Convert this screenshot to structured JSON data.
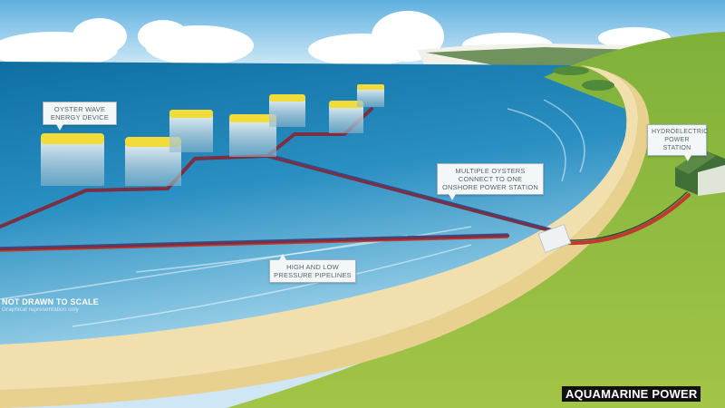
{
  "labels": {
    "oyster_device": "Oyster wave energy device",
    "multiple_oysters": "Multiple oysters connect to one onshore power station",
    "pipelines": "High and low pressure pipelines",
    "hydro_station": "Hydroelectric power station"
  },
  "note": {
    "title": "NOT DRAWN TO SCALE",
    "subtitle": "Graphical representation only"
  },
  "logo": "AQUAMARINE POWER",
  "colors": {
    "sea": "#1c7fb0",
    "land": "#8cb83f",
    "sand": "#f3e1b0",
    "device_top": "#f2dc3a",
    "pipe_high": "#c0392b",
    "pipe_low": "#2e4f8f",
    "building": "#3f6e36"
  }
}
